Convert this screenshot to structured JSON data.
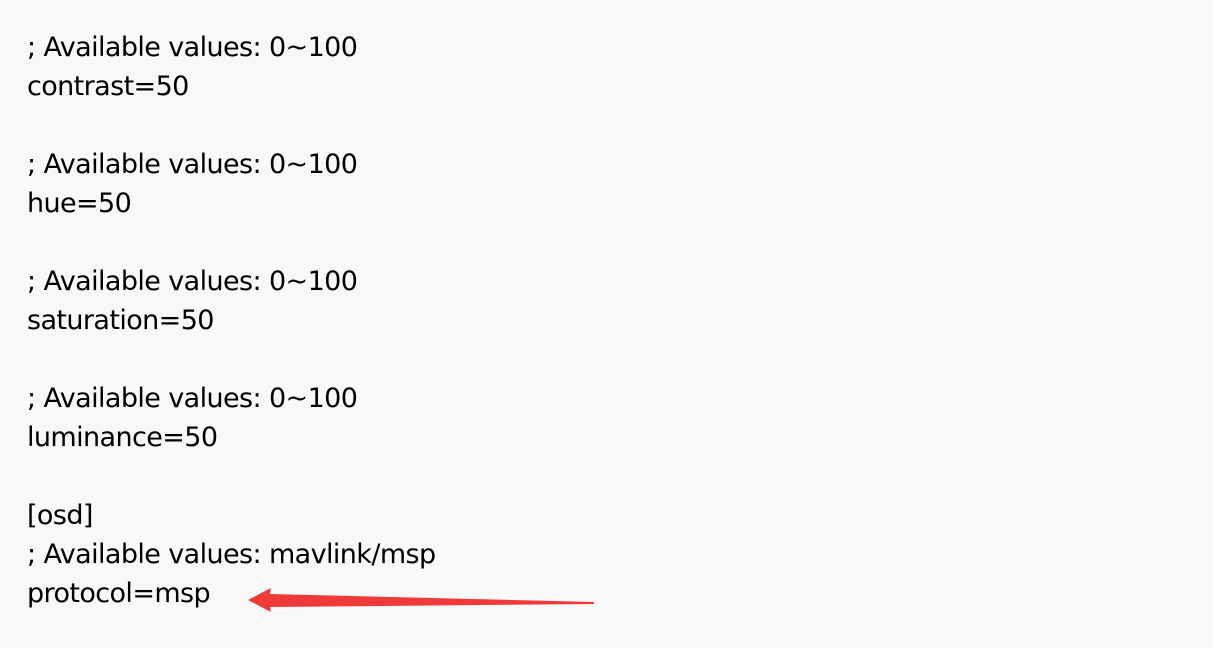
{
  "document": {
    "lines": [
      "; Available values: 0~100",
      "contrast=50",
      "",
      "; Available values: 0~100",
      "hue=50",
      "",
      "; Available values: 0~100",
      "saturation=50",
      "",
      "; Available values: 0~100",
      "luminance=50",
      "",
      "[osd]",
      "; Available values: mavlink/msp",
      "protocol=msp"
    ]
  },
  "annotation": {
    "type": "arrow",
    "color": "#f03a3a",
    "points_to": "protocol=msp"
  }
}
